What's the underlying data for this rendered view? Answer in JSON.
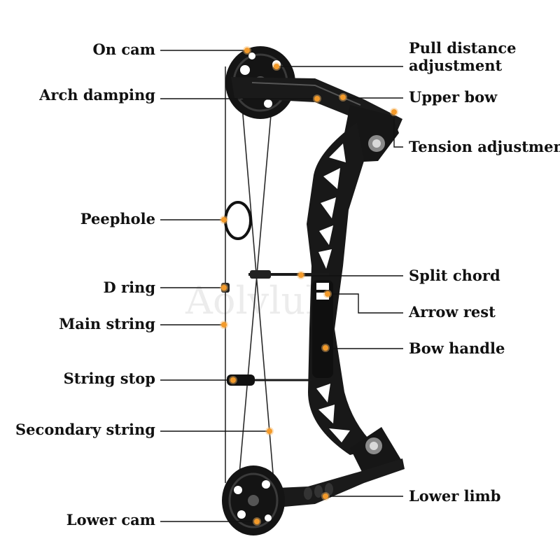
{
  "diagram": {
    "watermark": "Aolvluk",
    "accent_color": "#f39a2a",
    "labels": {
      "on_cam": "On cam",
      "arch_damping": "Arch damping",
      "peephole": "Peephole",
      "d_ring": "D ring",
      "main_string": "Main string",
      "string_stop": "String stop",
      "secondary_string": "Secondary string",
      "lower_cam": "Lower cam",
      "pull_distance_1": "Pull distance",
      "pull_distance_2": "adjustment",
      "upper_bow": "Upper bow",
      "tension_adjustment": "Tension adjustment",
      "split_chord": "Split chord",
      "arrow_rest": "Arrow rest",
      "bow_handle": "Bow handle",
      "lower_limb": "Lower limb"
    }
  }
}
